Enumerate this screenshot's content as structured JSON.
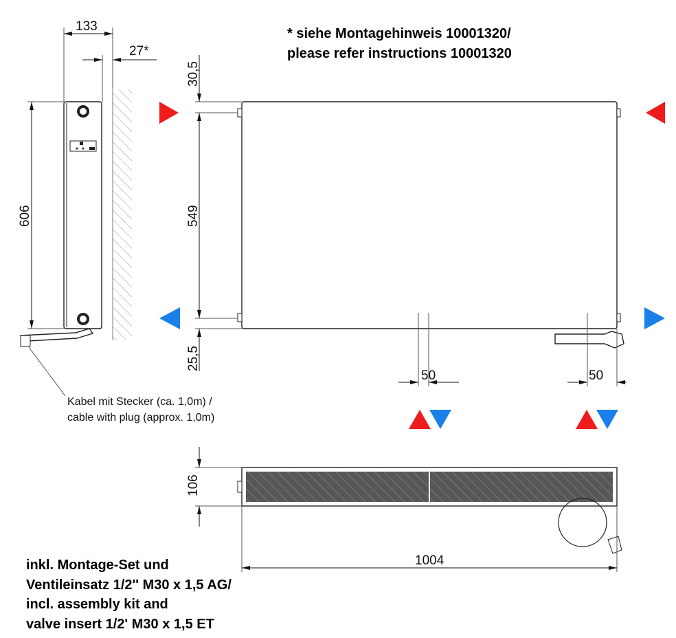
{
  "notes": {
    "top_line1": "* siehe Montagehinweis 10001320/",
    "top_line2": "please refer instructions 10001320",
    "bottom_line1": "inkl. Montage-Set und",
    "bottom_line2": "Ventileinsatz 1/2'' M30 x 1,5 AG/",
    "bottom_line3": "incl. assembly kit and",
    "bottom_line4": "valve insert 1/2' M30 x 1,5 ET"
  },
  "cable_label": {
    "line1": "Kabel mit Stecker (ca. 1,0m) /",
    "line2": "cable with plug (approx. 1,0m)"
  },
  "dimensions": {
    "depth": "133",
    "wall_distance": "27*",
    "total_height": "606",
    "top_offset": "30,5",
    "connection_spacing": "549",
    "bottom_offset": "25,5",
    "connection_left": "50",
    "connection_right": "50",
    "top_view_depth": "106",
    "length": "1004"
  },
  "colors": {
    "flow": "#ee1c1c",
    "return": "#1a7fe8"
  }
}
